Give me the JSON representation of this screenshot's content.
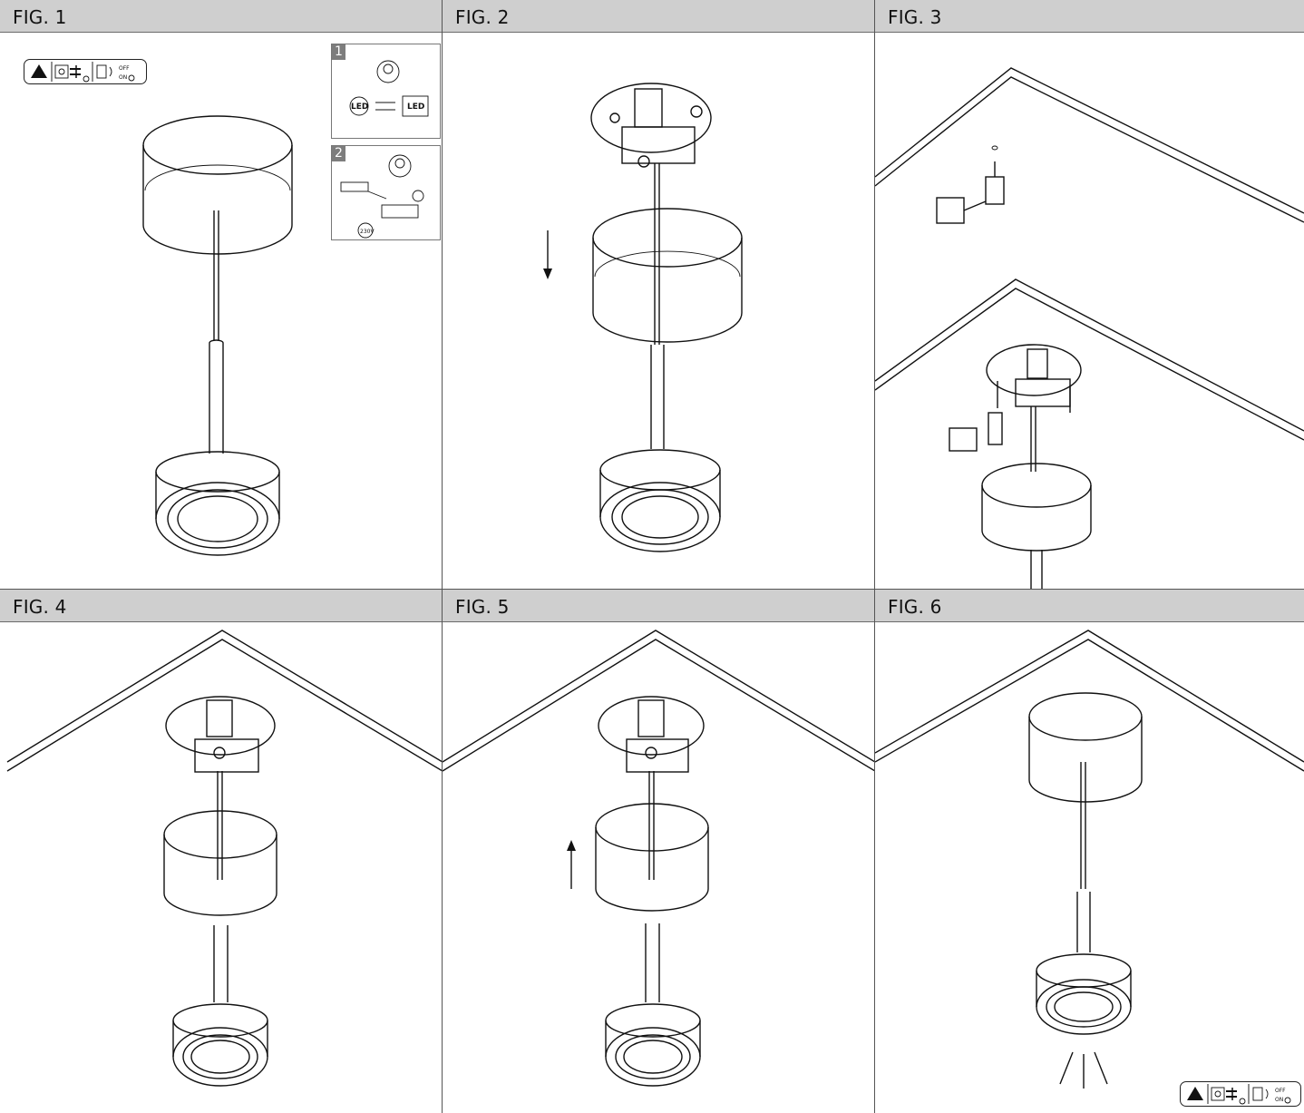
{
  "figures": [
    {
      "label": "FIG. 1"
    },
    {
      "label": "FIG. 2"
    },
    {
      "label": "FIG. 3"
    },
    {
      "label": "FIG. 4"
    },
    {
      "label": "FIG. 5"
    },
    {
      "label": "FIG. 6"
    }
  ],
  "fig1_insets": {
    "step1": "1",
    "step2": "2",
    "led": "LED",
    "voltage": "230V"
  },
  "switch": {
    "off": "OFF",
    "on": "ON"
  }
}
